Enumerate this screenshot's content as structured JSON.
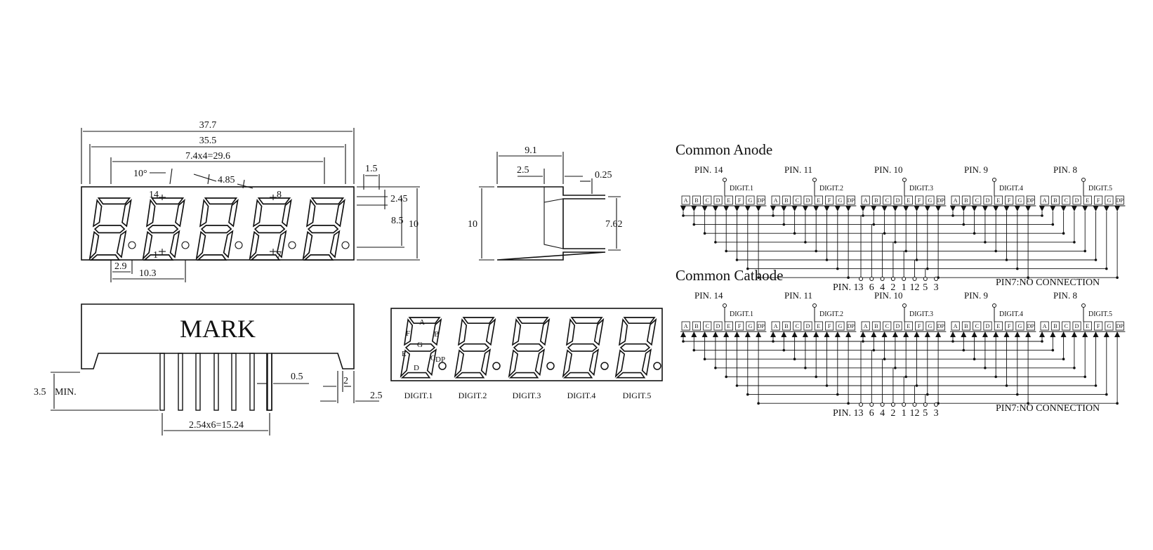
{
  "front_view": {
    "dims": {
      "overall": "37.7",
      "body": "35.5",
      "pitch": "7.4x4=29.6",
      "angle": "10°",
      "seg_w": "4.85",
      "top_gap": "1.5",
      "seg_top": "2.45",
      "digit_h": "8.5",
      "height": "10",
      "left_off": "2.9",
      "first_w": "10.3"
    },
    "pins": {
      "p14": "14",
      "p8": "8",
      "p1": "1",
      "p7": "7"
    }
  },
  "side_view": {
    "dims": {
      "depth": "9.1",
      "pin_off": "2.5",
      "pin_t": "0.25",
      "height": "10",
      "pin_span": "7.62"
    }
  },
  "bottom_view": {
    "mark": "MARK",
    "dims": {
      "min_len": "3.5",
      "min_label": "MIN.",
      "pin_w": "0.5",
      "step": "2",
      "end_off": "2.5",
      "pitch": "2.54x6=15.24"
    }
  },
  "segment_view": {
    "labels": {
      "a": "A",
      "b": "B",
      "c": "C",
      "d": "D",
      "e": "E",
      "f": "F",
      "g": "G",
      "dp": "DP"
    },
    "digits": [
      "DIGIT.1",
      "DIGIT.2",
      "DIGIT.3",
      "DIGIT.4",
      "DIGIT.5"
    ]
  },
  "schematics": {
    "segments": [
      "A",
      "B",
      "C",
      "D",
      "E",
      "F",
      "G",
      "DP"
    ],
    "pin_heads": [
      "PIN. 14",
      "PIN. 11",
      "PIN.  10",
      "PIN. 9",
      "PIN. 8"
    ],
    "digits": [
      "DIGIT.1",
      "DIGIT.2",
      "DIGIT.3",
      "DIGIT.4",
      "DIGIT.5"
    ],
    "pins_label": "PIN. 13",
    "pin_numbers": [
      "6",
      "4",
      "2",
      "1",
      "12",
      "5",
      "3"
    ],
    "note": "PIN7:NO CONNECTION",
    "anode": {
      "title": "Common Anode"
    },
    "cathode": {
      "title": "Common Cathode"
    }
  }
}
